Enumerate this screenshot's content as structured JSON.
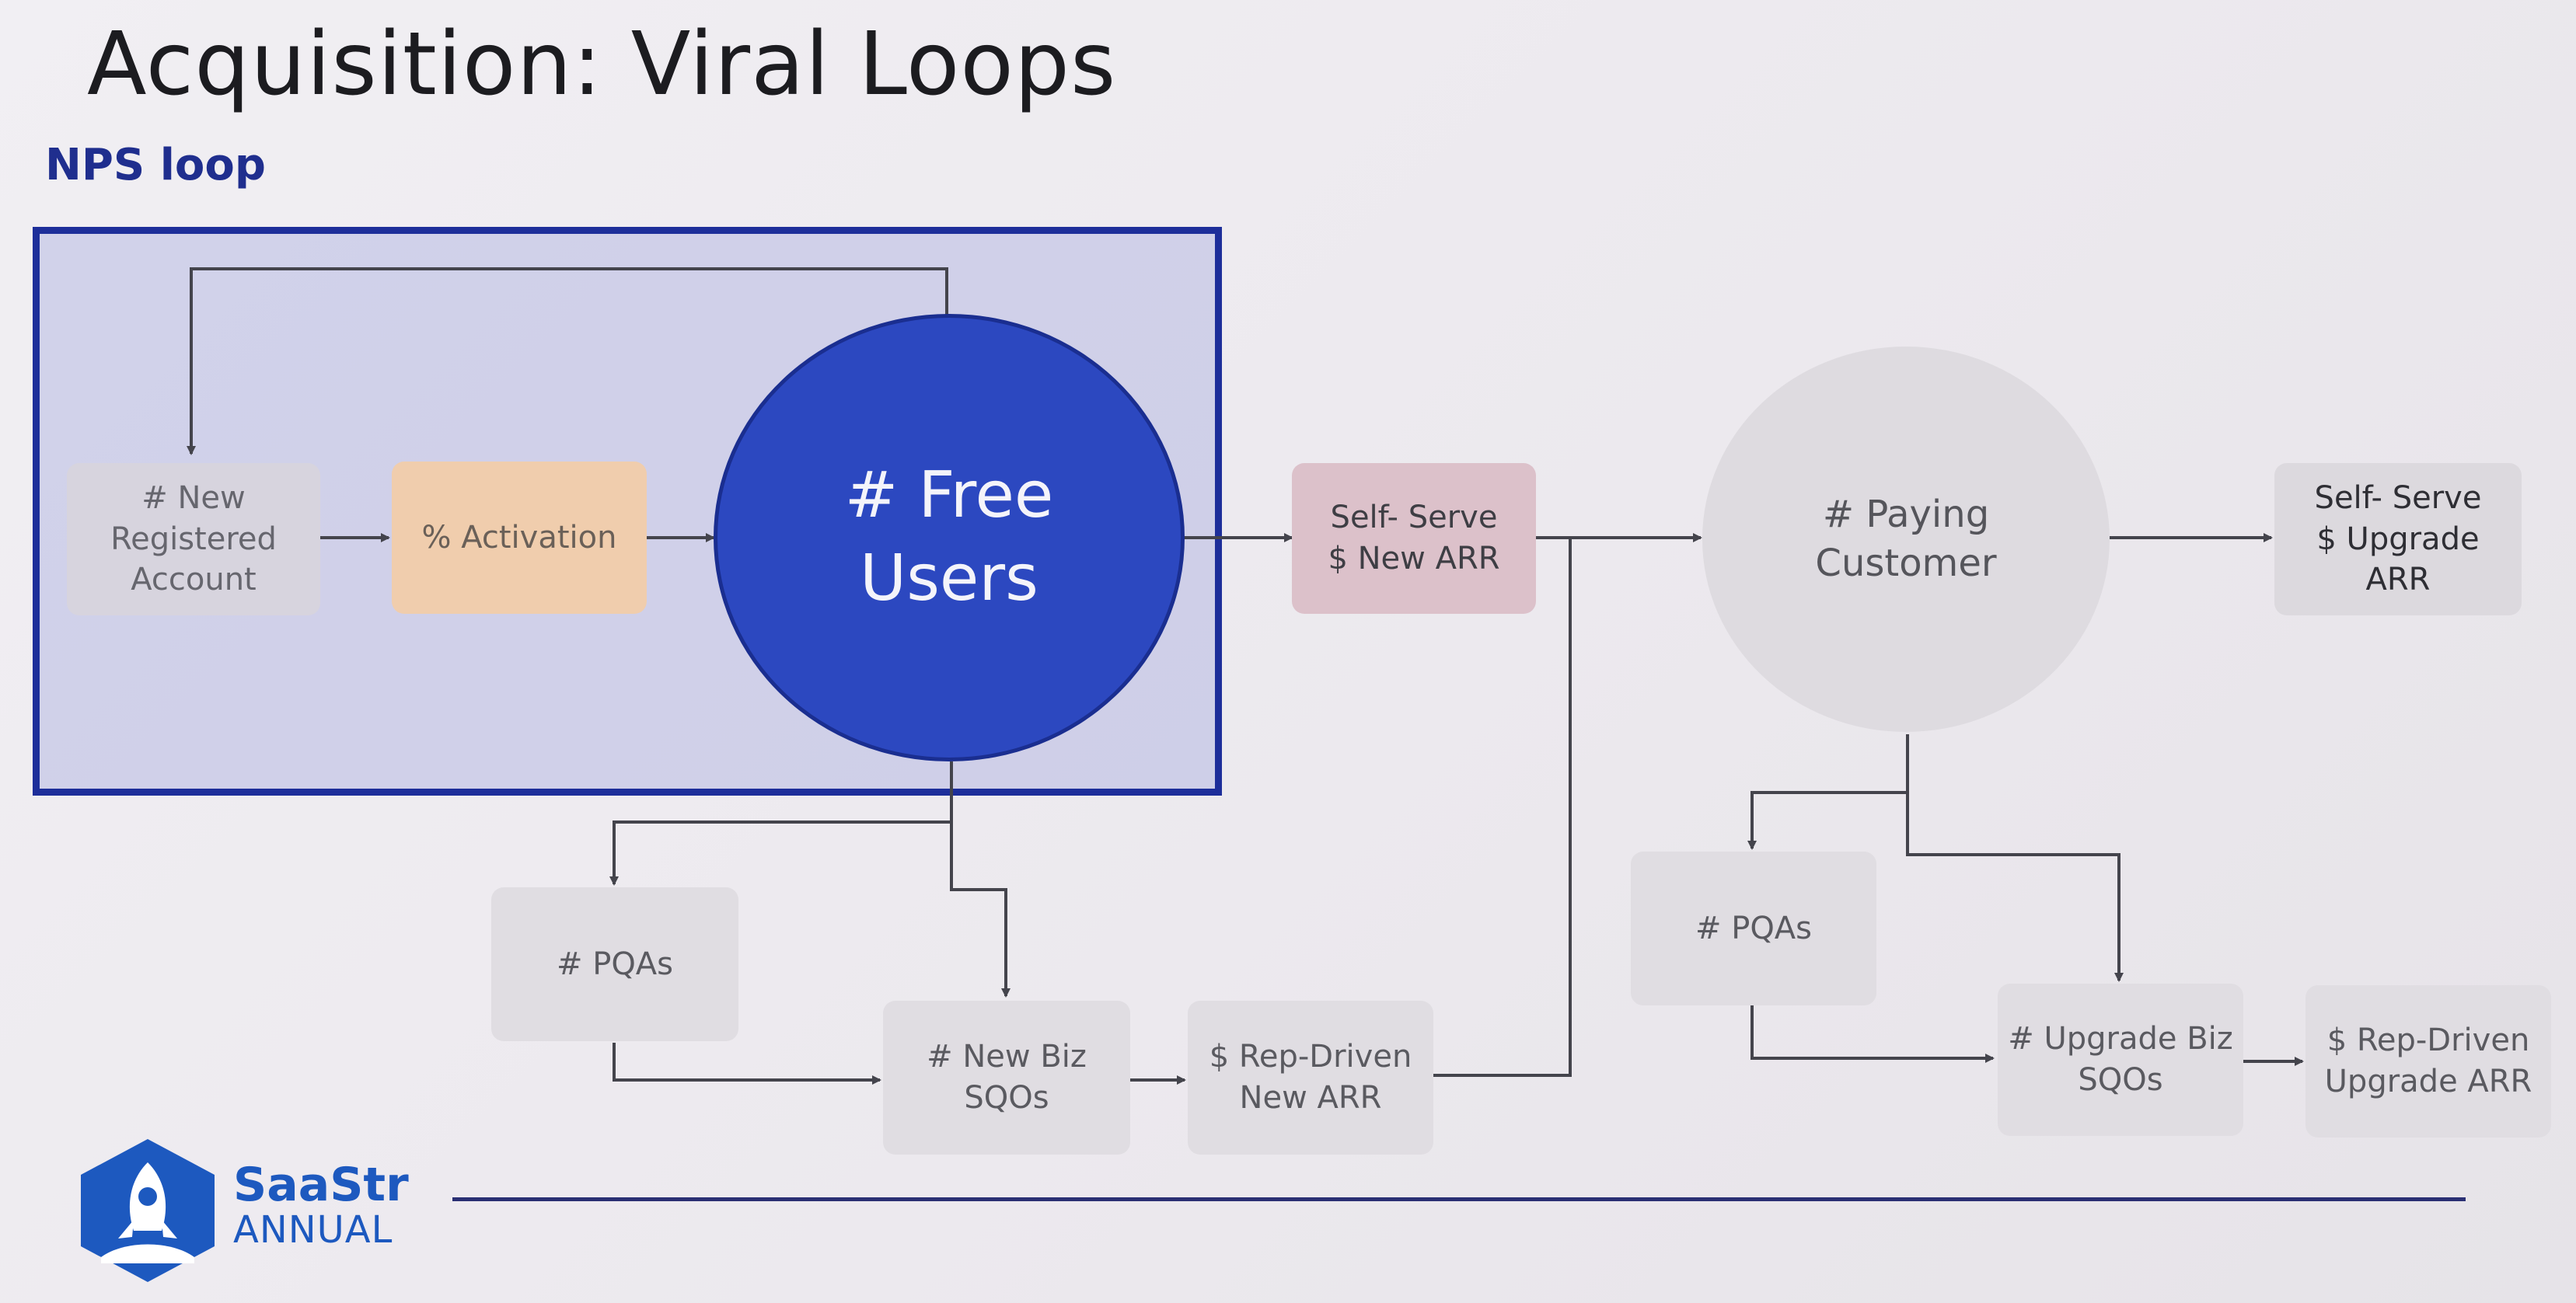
{
  "slide": {
    "title": "Acquisition: Viral Loops",
    "subtitle": "NPS loop"
  },
  "nodes": {
    "new_registered": "# New\nRegistered\nAccount",
    "activation": "% Activation",
    "free_users": "# Free\nUsers",
    "self_serve_new_arr": "Self- Serve\n$ New ARR",
    "paying_customer": "# Paying\nCustomer",
    "self_serve_upgrade_arr": "Self- Serve\n$ Upgrade\nARR",
    "pqas_left": "# PQAs",
    "new_biz_sqos": "# New Biz\nSQOs",
    "rep_driven_new_arr": "$ Rep-Driven\nNew ARR",
    "pqas_right": "# PQAs",
    "upgrade_biz_sqos": "# Upgrade Biz\nSQOs",
    "rep_driven_upgrade_arr": "$ Rep-Driven\nUpgrade ARR"
  },
  "logo": {
    "line1": "SaaStr",
    "line2": "ANNUAL",
    "color": "#1d59bf"
  },
  "colors": {
    "loop_border": "#1d2e9a",
    "free_users": "#2c48c0",
    "activation": "#f0cdad",
    "self_serve_new_arr": "#dcc1ca"
  }
}
